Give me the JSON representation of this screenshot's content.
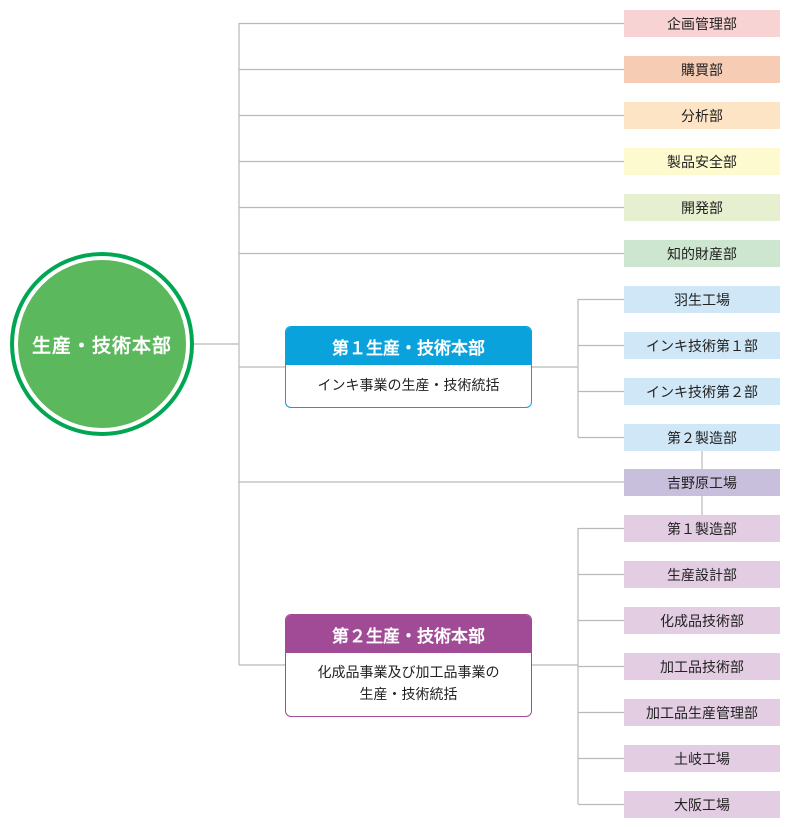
{
  "root": {
    "label": "生産・技術本部",
    "color": "#5cb85c",
    "ring_color": "#00a651"
  },
  "direct_departments": [
    {
      "label": "企画管理部",
      "color": "#f8d3d3"
    },
    {
      "label": "購買部",
      "color": "#f7ccb5"
    },
    {
      "label": "分析部",
      "color": "#fde4c4"
    },
    {
      "label": "製品安全部",
      "color": "#fefad0"
    },
    {
      "label": "開発部",
      "color": "#e6efcf"
    },
    {
      "label": "知的財産部",
      "color": "#cde6cf"
    }
  ],
  "division1": {
    "title": "第１生産・技術本部",
    "description": "インキ事業の生産・技術統括",
    "color": "#0aa2dd",
    "units": [
      {
        "label": "羽生工場",
        "color": "#cfe7f7"
      },
      {
        "label": "インキ技術第１部",
        "color": "#cfe7f7"
      },
      {
        "label": "インキ技術第２部",
        "color": "#cfe7f7"
      },
      {
        "label": "第２製造部",
        "color": "#cfe7f7"
      }
    ]
  },
  "plant": {
    "label": "吉野原工場",
    "color": "#c7bfdc"
  },
  "division2": {
    "title": "第２生産・技術本部",
    "description_lines": [
      "化成品事業及び加工品事業の",
      "生産・技術統括"
    ],
    "color": "#a14b96",
    "units": [
      {
        "label": "第１製造部",
        "color": "#e3cde3"
      },
      {
        "label": "生産設計部",
        "color": "#e3cde3"
      },
      {
        "label": "化成品技術部",
        "color": "#e3cde3"
      },
      {
        "label": "加工品技術部",
        "color": "#e3cde3"
      },
      {
        "label": "加工品生産管理部",
        "color": "#e3cde3"
      },
      {
        "label": "土岐工場",
        "color": "#e3cde3"
      },
      {
        "label": "大阪工場",
        "color": "#e3cde3"
      }
    ]
  },
  "line_color": "#b9b9b9"
}
